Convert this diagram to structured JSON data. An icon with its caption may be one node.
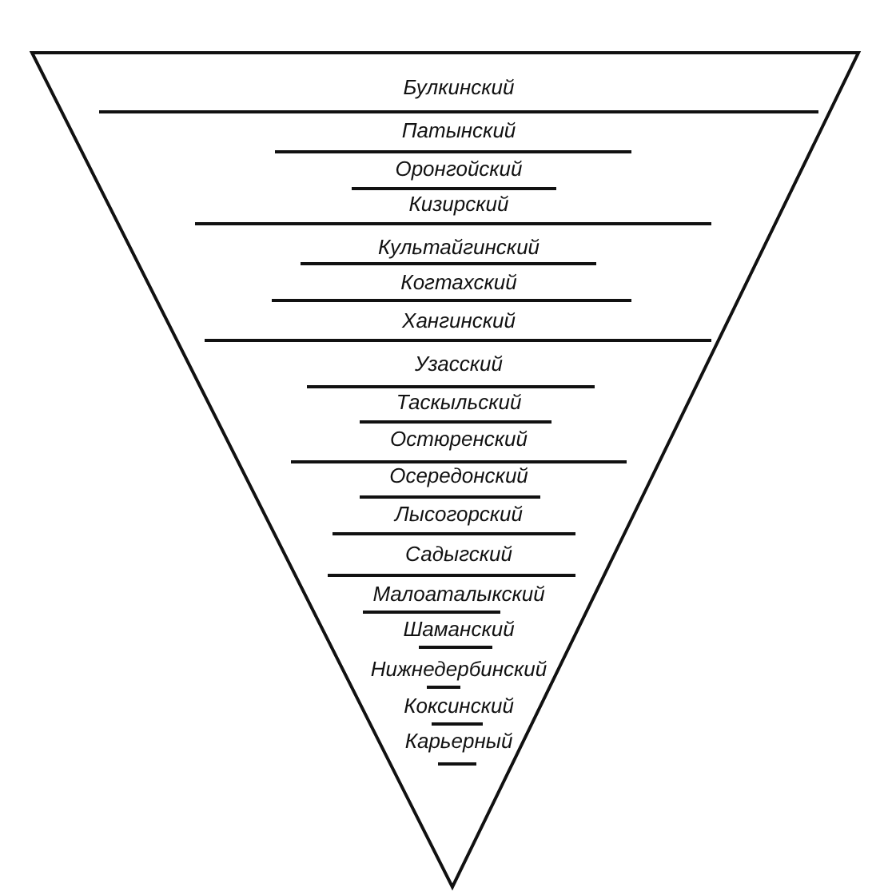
{
  "diagram": {
    "labels": [
      "Булкинский",
      "Патынский",
      "Оронгойский",
      "Кизирский",
      "Культайгинский",
      "Когтахский",
      "Хангинский",
      "Узасский",
      "Таскыльский",
      "Остюренский",
      "Осередонский",
      "Лысогорский",
      "Садыгский",
      "Малоаталыкский",
      "Шаманский",
      "Нижнедербинский",
      "Коксинский",
      "Карьерный"
    ]
  }
}
